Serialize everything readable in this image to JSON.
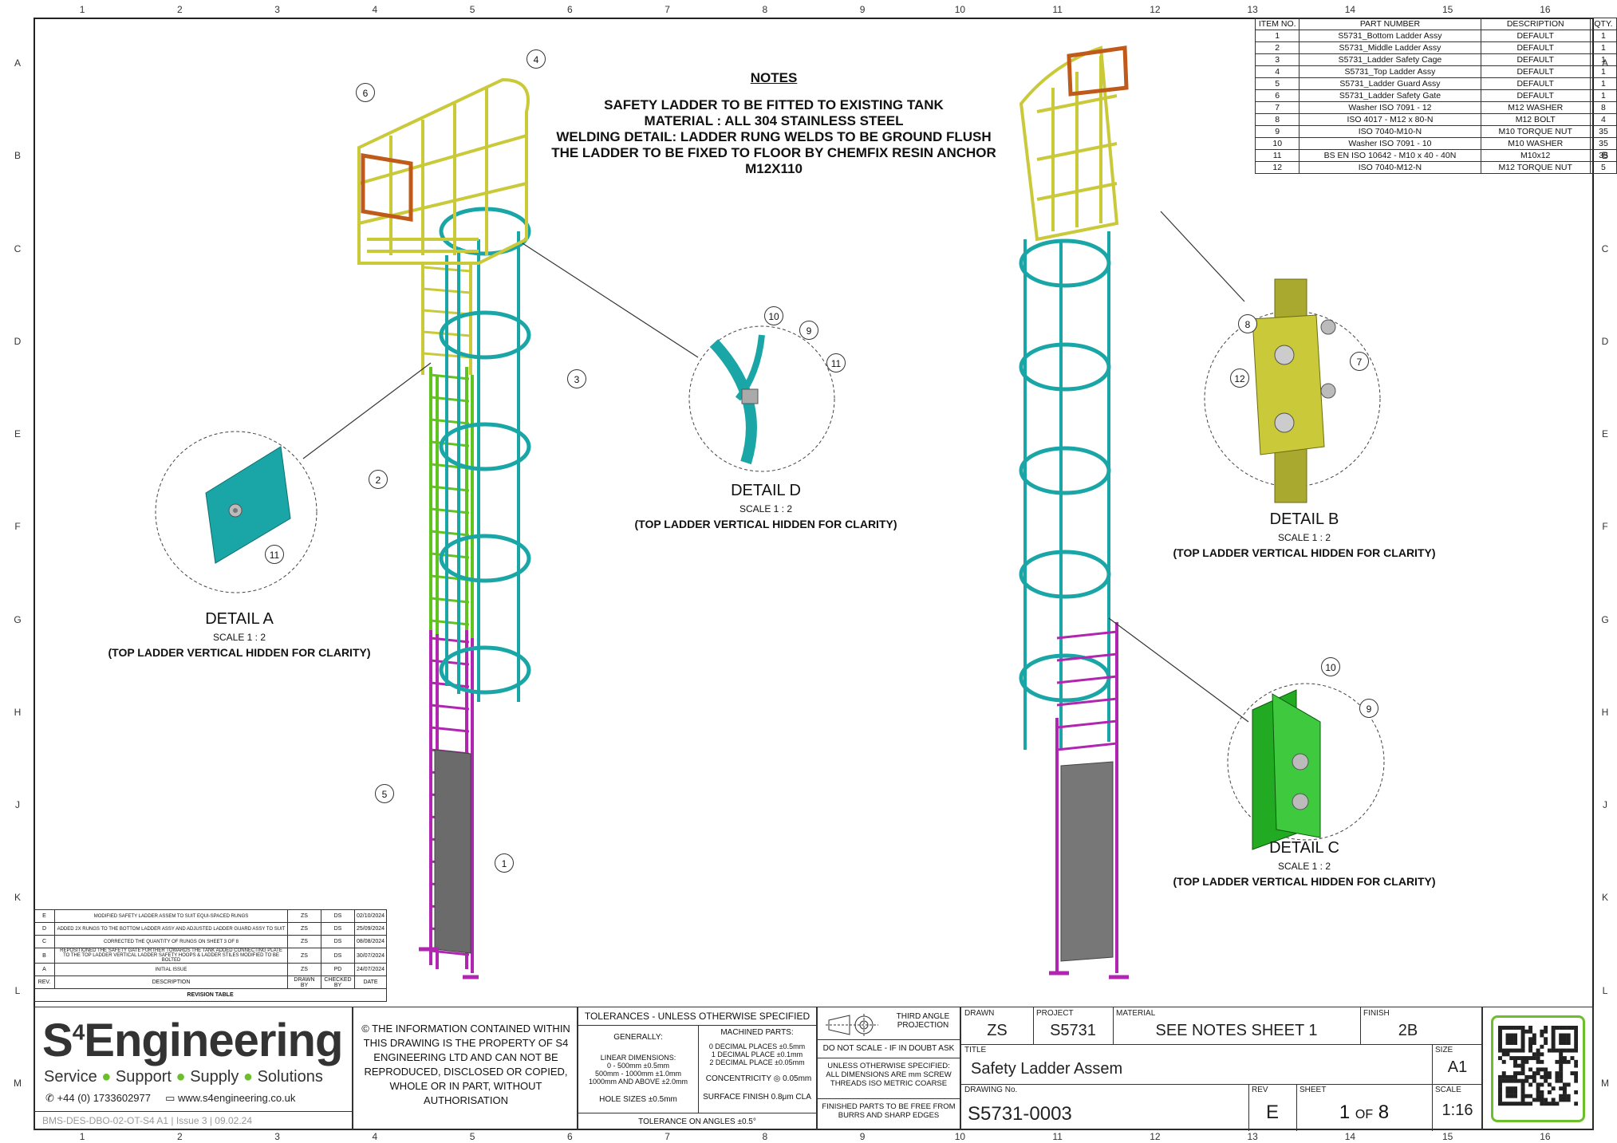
{
  "zone_columns": [
    "1",
    "2",
    "3",
    "4",
    "5",
    "6",
    "7",
    "8",
    "9",
    "10",
    "11",
    "12",
    "13",
    "14",
    "15",
    "16"
  ],
  "zone_rows": [
    "A",
    "B",
    "C",
    "D",
    "E",
    "F",
    "G",
    "H",
    "J",
    "K",
    "L",
    "M"
  ],
  "notes": {
    "heading": "NOTES",
    "lines": [
      "SAFETY LADDER TO BE FITTED TO EXISTING TANK",
      "MATERIAL : ALL 304 STAINLESS STEEL",
      "WELDING DETAIL: LADDER RUNG WELDS TO BE GROUND FLUSH",
      "THE LADDER TO BE FIXED TO FLOOR BY CHEMFIX RESIN ANCHOR",
      "M12X110"
    ]
  },
  "details": {
    "a": {
      "title": "DETAIL A",
      "scale": "SCALE 1 : 2",
      "note": "(TOP LADDER VERTICAL HIDDEN FOR CLARITY)"
    },
    "b": {
      "title": "DETAIL B",
      "scale": "SCALE 1 : 2",
      "note": "(TOP LADDER VERTICAL HIDDEN FOR CLARITY)"
    },
    "c": {
      "title": "DETAIL C",
      "scale": "SCALE 1 : 2",
      "note": "(TOP LADDER VERTICAL HIDDEN FOR CLARITY)"
    },
    "d": {
      "title": "DETAIL D",
      "scale": "SCALE 1 : 2",
      "note": "(TOP LADDER VERTICAL HIDDEN FOR CLARITY)"
    }
  },
  "balloons": {
    "main": [
      "6",
      "4",
      "3",
      "2",
      "5",
      "1"
    ],
    "detail_a": [
      "11"
    ],
    "detail_d": [
      "10",
      "9",
      "11"
    ],
    "detail_b": [
      "8",
      "12",
      "7"
    ],
    "detail_c": [
      "10",
      "9"
    ]
  },
  "bom": {
    "headers": [
      "ITEM NO.",
      "PART NUMBER",
      "DESCRIPTION",
      "QTY."
    ],
    "rows": [
      [
        "1",
        "S5731_Bottom Ladder Assy",
        "DEFAULT",
        "1"
      ],
      [
        "2",
        "S5731_Middle Ladder Assy",
        "DEFAULT",
        "1"
      ],
      [
        "3",
        "S5731_Ladder Safety Cage",
        "DEFAULT",
        "1"
      ],
      [
        "4",
        "S5731_Top Ladder Assy",
        "DEFAULT",
        "1"
      ],
      [
        "5",
        "S5731_Ladder Guard Assy",
        "DEFAULT",
        "1"
      ],
      [
        "6",
        "S5731_Ladder Safety Gate",
        "DEFAULT",
        "1"
      ],
      [
        "7",
        "Washer ISO 7091 - 12",
        "M12 WASHER",
        "8"
      ],
      [
        "8",
        "ISO 4017 - M12 x 80-N",
        "M12 BOLT",
        "4"
      ],
      [
        "9",
        "ISO 7040-M10-N",
        "M10 TORQUE NUT",
        "35"
      ],
      [
        "10",
        "Washer ISO 7091 - 10",
        "M10 WASHER",
        "35"
      ],
      [
        "11",
        "BS EN ISO 10642 - M10 x 40 - 40N",
        "M10x12",
        "35"
      ],
      [
        "12",
        "ISO 7040-M12-N",
        "M12 TORQUE NUT",
        "5"
      ]
    ]
  },
  "revisions": {
    "rows": [
      [
        "E",
        "MODIFIED SAFETY LADDER ASSEM TO SUIT EQUI-SPACED RUNGS",
        "ZS",
        "DS",
        "02/10/2024"
      ],
      [
        "D",
        "ADDED 2X RUNGS TO THE BOTTOM LADDER ASSY AND ADJUSTED LADDER GUARD ASSY TO SUIT",
        "ZS",
        "DS",
        "25/09/2024"
      ],
      [
        "C",
        "CORRECTED THE QUANTITY OF RUNGS ON SHEET 3 OF 8",
        "ZS",
        "DS",
        "08/08/2024"
      ],
      [
        "B",
        "REPOSITIONED THE SAFETY GATE FURTHER TOWARDS THE TANK ADDED CONNECTING PLATE TO THE TOP LADDER VERTICAL LADDER SAFETY HOOPS & LADDER STILES MODIFIED TO BE BOLTED",
        "ZS",
        "DS",
        "30/07/2024"
      ],
      [
        "A",
        "INITIAL ISSUE",
        "ZS",
        "PD",
        "24/07/2024"
      ]
    ],
    "headers": [
      "REV.",
      "DESCRIPTION",
      "DRAWN BY",
      "CHECKED BY",
      "DATE"
    ],
    "title": "REVISION TABLE"
  },
  "company": {
    "logo_main": "S",
    "logo_sup": "4",
    "logo_rest": "Engineering",
    "tagline": [
      "Service",
      "Support",
      "Supply",
      "Solutions"
    ],
    "phone": "+44 (0) 1733602977",
    "web": "www.s4engineering.co.uk",
    "doc_ref": "BMS-DES-DBO-02-OT-S4 A1  |  Issue 3  |  09.02.24"
  },
  "copyright": "© THE INFORMATION CONTAINED WITHIN THIS DRAWING IS THE PROPERTY OF S4 ENGINEERING LTD AND CAN NOT BE REPRODUCED, DISCLOSED OR COPIED, WHOLE OR IN PART, WITHOUT AUTHORISATION",
  "tolerances": {
    "title": "TOLERANCES - UNLESS OTHERWISE SPECIFIED",
    "generally_label": "GENERALLY:",
    "linear": "LINEAR DIMENSIONS:\n0 - 500mm ±0.5mm\n500mm - 1000mm ±1.0mm\n1000mm AND ABOVE ±2.0mm",
    "holes": "HOLE SIZES ±0.5mm",
    "machined_label": "MACHINED PARTS:",
    "decimals": "0 DECIMAL PLACES ±0.5mm\n1 DECIMAL PLACE ±0.1mm\n2 DECIMAL PLACE ±0.05mm",
    "concentricity": "CONCENTRICITY",
    "concentricity_val": "0.05mm",
    "surface": "SURFACE FINISH 0.8μm CLA",
    "angles": "TOLERANCE ON ANGLES ±0.5°"
  },
  "projection": {
    "label": "THIRD ANGLE PROJECTION",
    "no_scale": "DO NOT SCALE - IF IN DOUBT ASK",
    "dims": "UNLESS OTHERWISE SPECIFIED: ALL DIMENSIONS ARE mm SCREW THREADS ISO METRIC COARSE",
    "finished": "FINISHED PARTS TO BE FREE FROM BURRS AND SHARP EDGES"
  },
  "title_block": {
    "drawn_label": "DRAWN",
    "drawn": "ZS",
    "project_label": "PROJECT",
    "project": "S5731",
    "material_label": "MATERIAL",
    "material": "SEE NOTES SHEET 1",
    "finish_label": "FINISH",
    "finish": "2B",
    "title_label": "TITLE",
    "title": "Safety Ladder Assem",
    "size_label": "SIZE",
    "size": "A1",
    "drawing_no_label": "DRAWING No.",
    "drawing_no": "S5731-0003",
    "rev_label": "REV",
    "rev": "E",
    "sheet_label": "SHEET",
    "sheet": "1",
    "of": "OF",
    "sheet_total": "8",
    "scale_label": "SCALE",
    "scale": "1:16"
  }
}
